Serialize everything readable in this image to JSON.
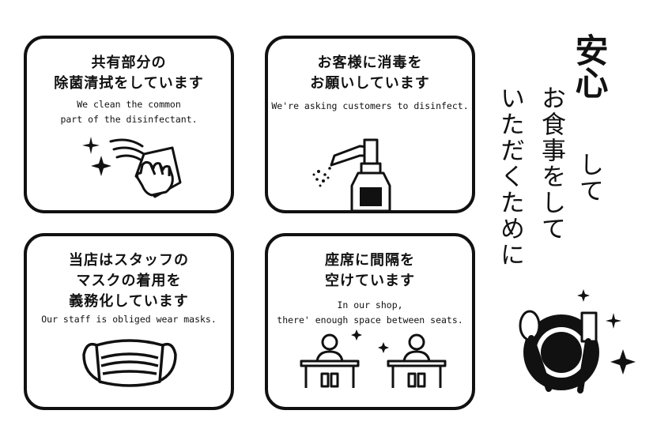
{
  "cards": [
    {
      "jp_lines": [
        "共有部分の",
        "除菌清拭をしています"
      ],
      "en_lines": [
        "We clean the common",
        "part of the disinfectant."
      ],
      "icon": "cleaning-hand-icon"
    },
    {
      "jp_lines": [
        "お客様に消毒を",
        "お願いしています"
      ],
      "en_lines": [
        "We're asking customers to disinfect."
      ],
      "icon": "spray-bottle-icon"
    },
    {
      "jp_lines": [
        "当店はスタッフの",
        "マスクの着用を",
        "義務化しています"
      ],
      "en_lines": [
        "Our staff is obliged wear masks."
      ],
      "icon": "face-mask-icon"
    },
    {
      "jp_lines": [
        "座席に間隔を",
        "空けています"
      ],
      "en_lines": [
        "In our shop,",
        "there' enough space between seats."
      ],
      "icon": "spaced-seats-icon"
    }
  ],
  "headline": {
    "column1_large": "安心",
    "column1_small": "して",
    "column2": "お食事をして",
    "column3": "いただくために"
  },
  "decor_icon": "dish-and-cutlery-icon",
  "colors": {
    "ink": "#111111",
    "background": "#ffffff"
  }
}
